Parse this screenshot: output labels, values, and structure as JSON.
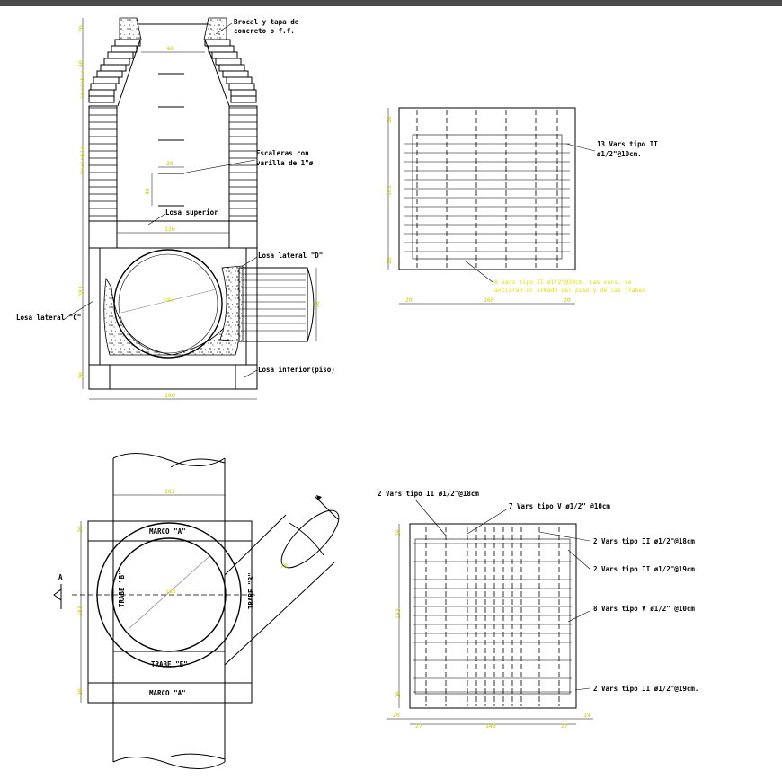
{
  "section": {
    "callouts": {
      "brocal": "Brocal y tapa de",
      "brocal2": "concreto o f.f.",
      "escaleras": "Escaleras con",
      "escaleras2": "varilla de 1\"ø",
      "losa_superior": "Losa superior",
      "losa_lateral_d": "Losa lateral \"D\"",
      "losa_lateral_c": "Losa lateral \"C\"",
      "losa_inferior": "Losa inferior(piso)"
    },
    "dims": {
      "top_width": "60",
      "ladder_width": "30",
      "ladder_step": "40",
      "inner_width": "136",
      "pipe_diameter": "183",
      "side_pipe": "78",
      "base_width": "180",
      "height_main": "183",
      "height_base": "20",
      "left_a": "20",
      "left_b": "40",
      "left_c": "Variable",
      "left_d": "Variable",
      "left_e": "20"
    }
  },
  "slab_top": {
    "callout": "13 Vars tipo II",
    "callout2": "ø1/2\"@10cm.",
    "note": "8 Vars tipo II ø1/2\"@30cm. Las vars. se",
    "note2": "anclaran al armado del piso y de las trabes",
    "dims": {
      "left": "20",
      "mid": "160",
      "right": "20",
      "v_top": "20",
      "v_mid": "161",
      "v_bot": "20"
    }
  },
  "plan": {
    "labels": {
      "marco_top": "MARCO \"A\"",
      "marco_bot": "MARCO \"A\"",
      "trabe_left": "TRABE \"B\"",
      "trabe_right": "TRABE \"B\"",
      "trabe_e": "TRABE \"E\"",
      "section_mark": "A"
    },
    "dims": {
      "top": "183",
      "diag": "183",
      "side": "78",
      "vert": "183",
      "v_top": "20",
      "v_bot": "20"
    }
  },
  "slab_bottom": {
    "callouts": [
      "2 Vars tipo II ø1/2\"@18cm",
      "7 Vars tipo V ø1/2\" @10cm",
      "2 Vars tipo II ø1/2\"@18cm",
      "2 Vars tipo II ø1/2\"@19cm",
      "8 Vars tipo V ø1/2\" @10cm",
      "2 Vars tipo II ø1/2\"@19cm."
    ],
    "dims": {
      "h1": "20",
      "h2": "27",
      "h3": "146",
      "h4": "27",
      "h5": "19",
      "v_top": "20",
      "v_mid": "183",
      "v_bot": "20"
    }
  }
}
